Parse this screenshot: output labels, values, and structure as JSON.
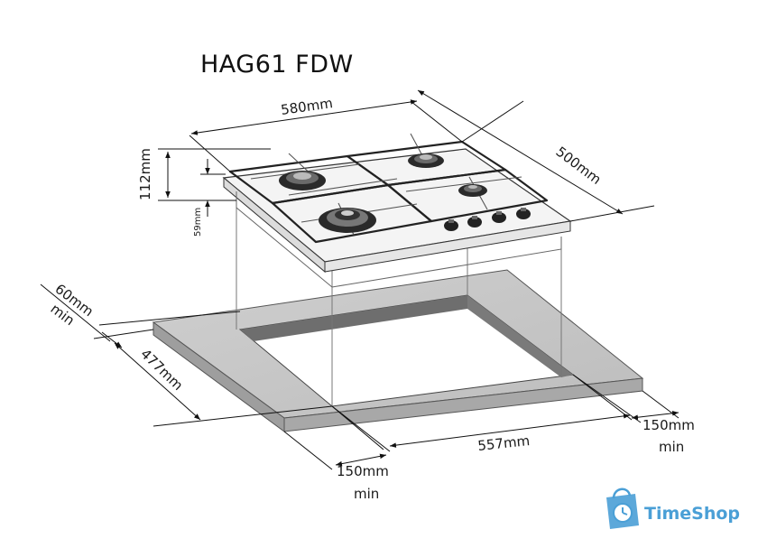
{
  "title": "HAG61 FDW",
  "dimensions": {
    "width": "580mm",
    "depth": "500mm",
    "height_total": "112mm",
    "height_below": "59mm",
    "front_gap_value": "60mm",
    "front_gap_note": "min",
    "cutout_depth": "477mm",
    "cutout_width": "557mm",
    "side_gap_right_value": "150mm",
    "side_gap_right_note": "min",
    "side_gap_front_value": "150mm",
    "side_gap_front_note": "min"
  },
  "watermark": {
    "brand": "TimeShop"
  }
}
